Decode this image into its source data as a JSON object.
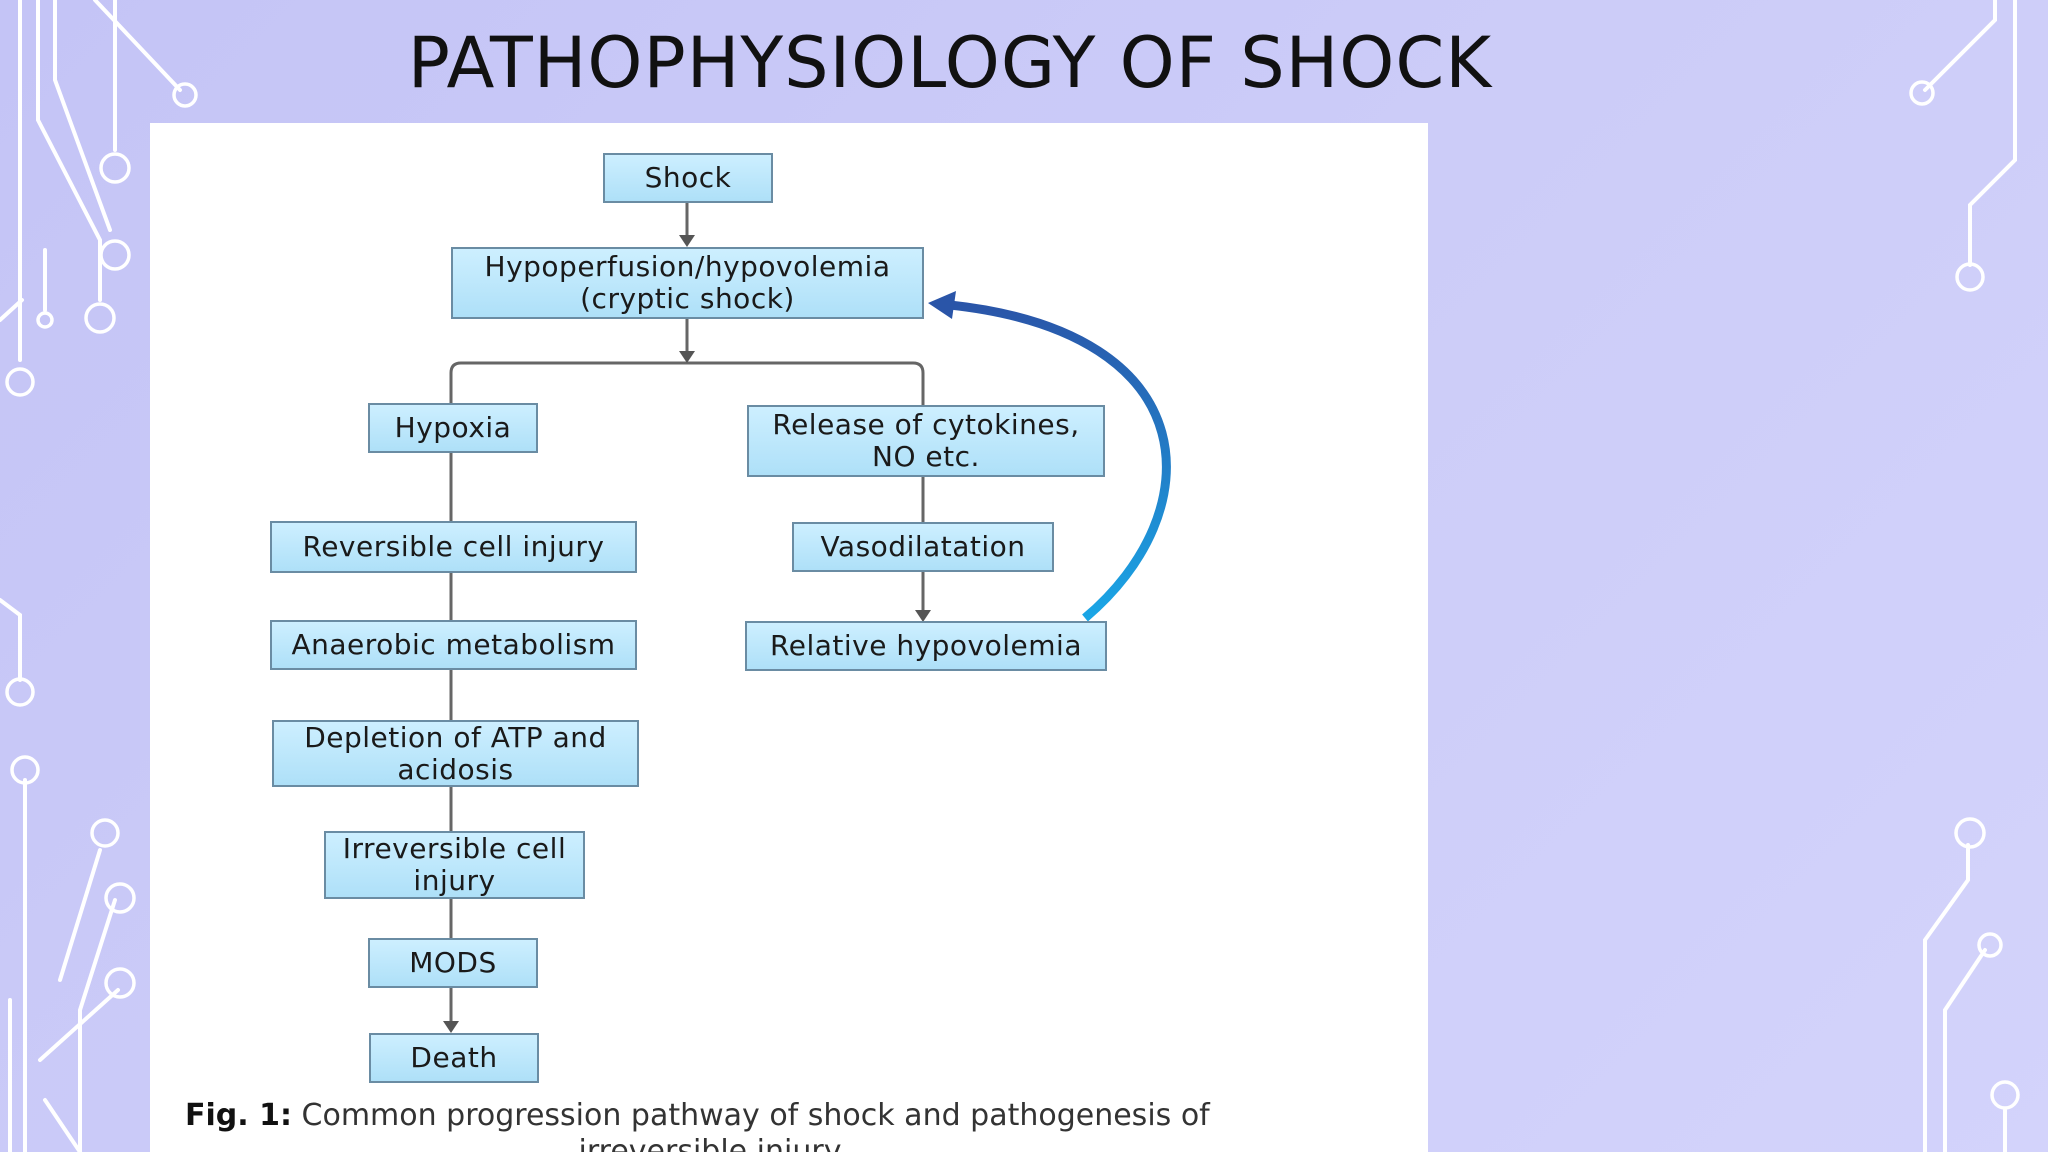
{
  "slide": {
    "title": "PATHOPHYSIOLOGY OF SHOCK"
  },
  "diagram": {
    "nodes": {
      "shock": "Shock",
      "hypoperfusion": "Hypoperfusion/hypovolemia\n(cryptic shock)",
      "hypoxia": "Hypoxia",
      "cytokines": "Release of cytokines,\nNO etc.",
      "reversible": "Reversible cell injury",
      "vasodilatation": "Vasodilatation",
      "anaerobic": "Anaerobic metabolism",
      "relative_hypovolemia": "Relative hypovolemia",
      "atp_depletion": "Depletion of ATP and\nacidosis",
      "irreversible": "Irreversible cell\ninjury",
      "mods": "MODS",
      "death": "Death"
    },
    "caption": {
      "label": "Fig. 1:",
      "text": "Common progression pathway of shock and pathogenesis of",
      "text_line2": "irreversible injury"
    }
  }
}
